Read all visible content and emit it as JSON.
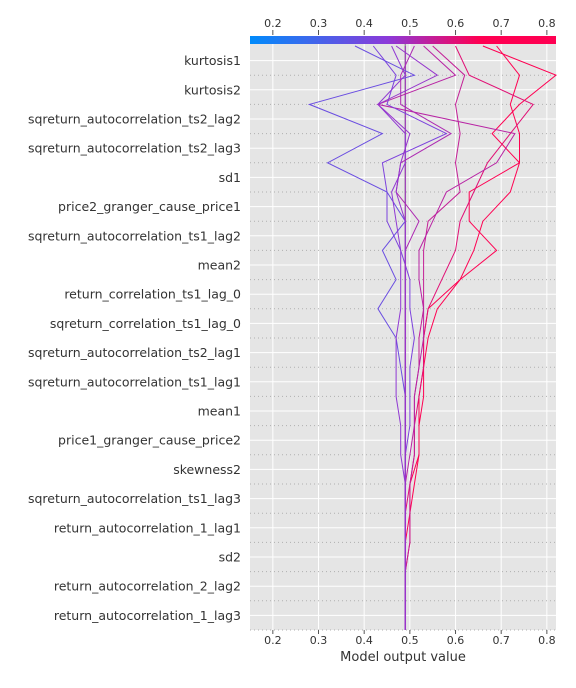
{
  "chart_data": {
    "type": "line",
    "subtype": "shap-decision-plot",
    "title": "",
    "xlabel": "Model output value",
    "ylabel": "",
    "xlim": [
      0.15,
      0.82
    ],
    "xticks": [
      "0.2",
      "0.3",
      "0.4",
      "0.5",
      "0.6",
      "0.7",
      "0.8"
    ],
    "xtick_values": [
      0.2,
      0.3,
      0.4,
      0.5,
      0.6,
      0.7,
      0.8
    ],
    "base_value": 0.49,
    "colorbar_range": [
      0.15,
      0.82
    ],
    "colors": {
      "low": "#008bfb",
      "mid": "#8b3ad9",
      "high": "#ff0052"
    },
    "background": "#e5e5e5",
    "grid": true,
    "features_top_to_bottom": [
      "kurtosis1",
      "kurtosis2",
      "sqreturn_autocorrelation_ts2_lag2",
      "sqreturn_autocorrelation_ts2_lag3",
      "sd1",
      "price2_granger_cause_price1",
      "sqreturn_autocorrelation_ts1_lag2",
      "mean2",
      "return_correlation_ts1_lag_0",
      "sqreturn_correlation_ts1_lag_0",
      "sqreturn_autocorrelation_ts2_lag1",
      "sqreturn_autocorrelation_ts1_lag1",
      "mean1",
      "price1_granger_cause_price2",
      "skewness2",
      "sqreturn_autocorrelation_ts1_lag3",
      "return_autocorrelation_1_lag1",
      "sd2",
      "return_autocorrelation_2_lag2",
      "return_autocorrelation_1_lag3"
    ],
    "series_note": "x values listed bottom-to-top: base line crossing at bottom, then one value per feature boundary up to the top",
    "series": [
      {
        "values": [
          0.49,
          0.49,
          0.49,
          0.49,
          0.49,
          0.49,
          0.49,
          0.49,
          0.49,
          0.49,
          0.49,
          0.49,
          0.49,
          0.49,
          0.49,
          0.49,
          0.49,
          0.49,
          0.49,
          0.49,
          0.49
        ]
      },
      {
        "values": [
          0.49,
          0.49,
          0.49,
          0.49,
          0.5,
          0.5,
          0.52,
          0.52,
          0.52,
          0.53,
          0.54,
          0.56,
          0.61,
          0.64,
          0.66,
          0.72,
          0.74,
          0.68,
          0.74,
          0.82,
          0.66
        ]
      },
      {
        "values": [
          0.49,
          0.49,
          0.49,
          0.5,
          0.5,
          0.51,
          0.52,
          0.52,
          0.53,
          0.53,
          0.53,
          0.54,
          0.61,
          0.69,
          0.63,
          0.63,
          0.74,
          0.74,
          0.72,
          0.74,
          0.69
        ]
      },
      {
        "values": [
          0.49,
          0.49,
          0.49,
          0.49,
          0.49,
          0.5,
          0.51,
          0.51,
          0.52,
          0.53,
          0.53,
          0.54,
          0.57,
          0.6,
          0.61,
          0.64,
          0.67,
          0.72,
          0.77,
          0.63,
          0.6
        ]
      },
      {
        "values": [
          0.49,
          0.49,
          0.49,
          0.5,
          0.5,
          0.5,
          0.51,
          0.51,
          0.51,
          0.52,
          0.52,
          0.53,
          0.53,
          0.53,
          0.54,
          0.61,
          0.6,
          0.61,
          0.6,
          0.62,
          0.55
        ]
      },
      {
        "values": [
          0.49,
          0.49,
          0.49,
          0.49,
          0.49,
          0.49,
          0.5,
          0.51,
          0.51,
          0.52,
          0.53,
          0.53,
          0.52,
          0.52,
          0.55,
          0.58,
          0.69,
          0.73,
          0.43,
          0.6,
          0.53
        ]
      },
      {
        "values": [
          0.49,
          0.49,
          0.49,
          0.49,
          0.49,
          0.49,
          0.49,
          0.5,
          0.5,
          0.5,
          0.51,
          0.5,
          0.5,
          0.48,
          0.45,
          0.45,
          0.44,
          0.58,
          0.45,
          0.47,
          0.42
        ]
      },
      {
        "values": [
          0.49,
          0.49,
          0.49,
          0.49,
          0.49,
          0.49,
          0.49,
          0.49,
          0.49,
          0.48,
          0.47,
          0.43,
          0.47,
          0.44,
          0.49,
          0.45,
          0.32,
          0.44,
          0.28,
          0.51,
          0.38
        ]
      },
      {
        "values": [
          0.49,
          0.49,
          0.49,
          0.49,
          0.49,
          0.49,
          0.48,
          0.48,
          0.47,
          0.47,
          0.47,
          0.48,
          0.48,
          0.48,
          0.47,
          0.46,
          0.49,
          0.49,
          0.43,
          0.49,
          0.46
        ]
      },
      {
        "values": [
          0.49,
          0.49,
          0.49,
          0.49,
          0.49,
          0.49,
          0.49,
          0.49,
          0.49,
          0.49,
          0.49,
          0.49,
          0.49,
          0.49,
          0.52,
          0.47,
          0.48,
          0.59,
          0.48,
          0.48,
          0.51
        ]
      },
      {
        "values": [
          0.49,
          0.49,
          0.49,
          0.49,
          0.49,
          0.49,
          0.49,
          0.49,
          0.49,
          0.49,
          0.49,
          0.49,
          0.49,
          0.49,
          0.49,
          0.47,
          0.48,
          0.5,
          0.43,
          0.56,
          0.47
        ]
      }
    ]
  }
}
